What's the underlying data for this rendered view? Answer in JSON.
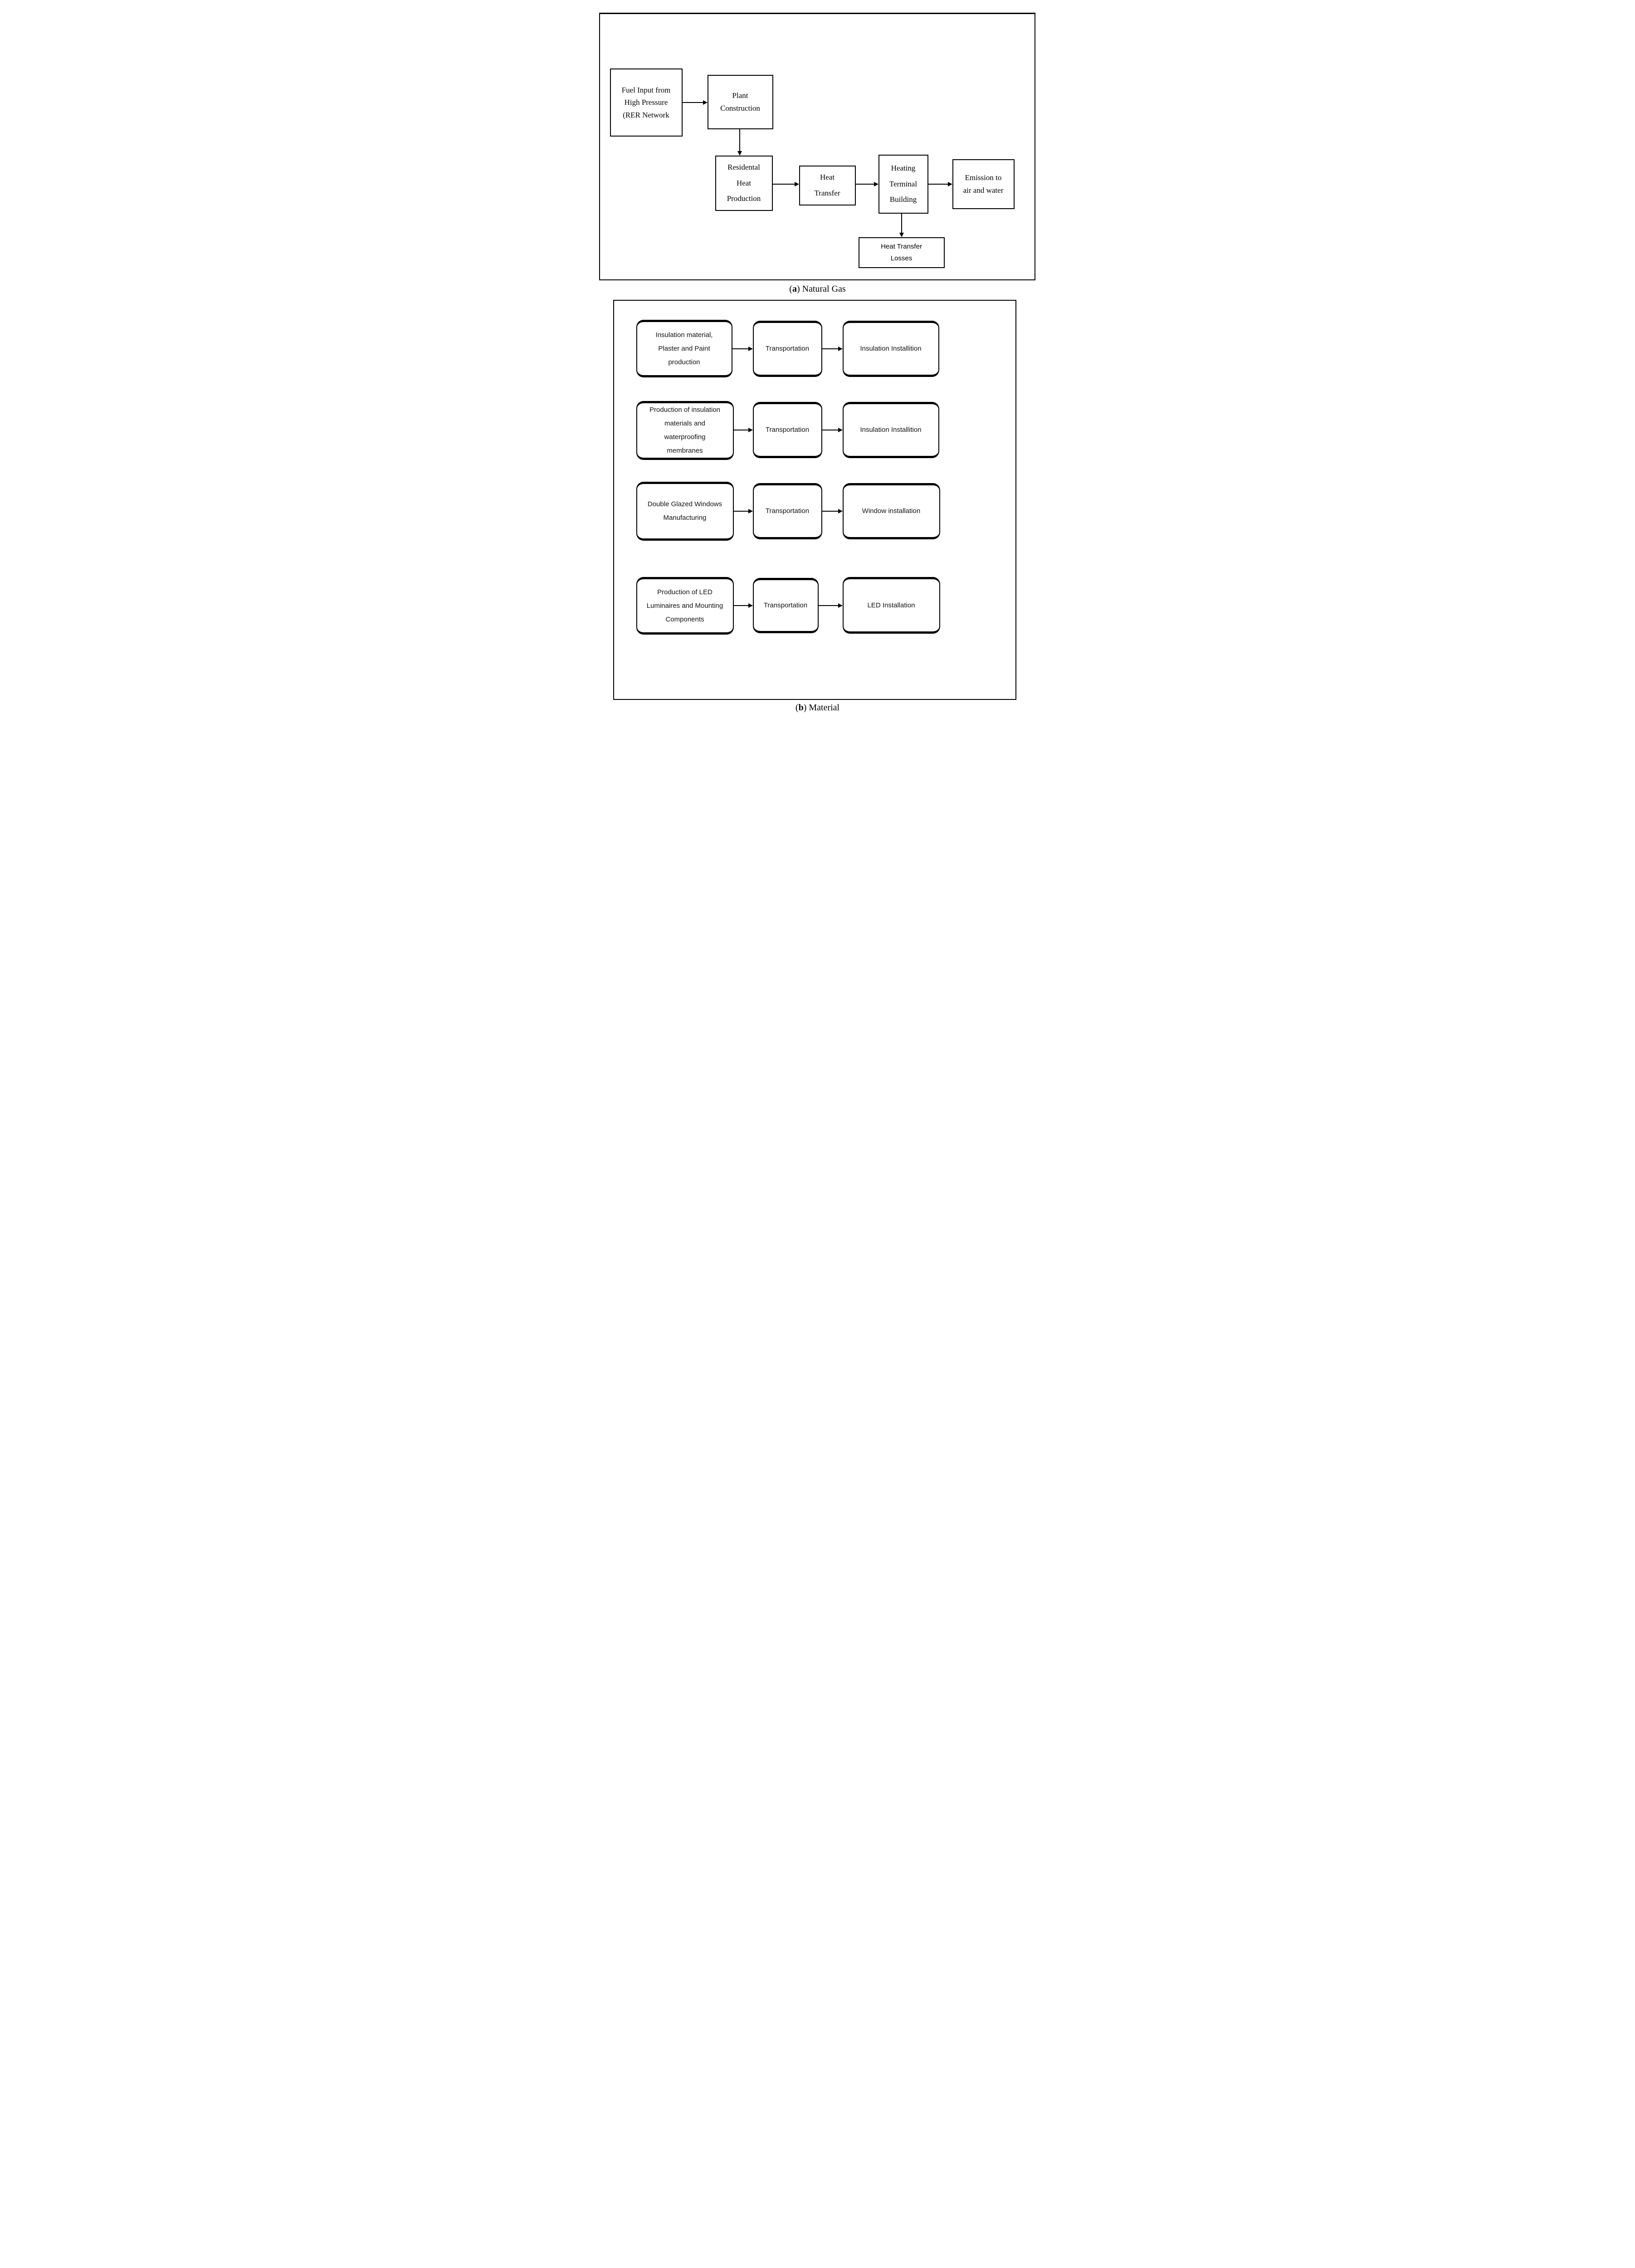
{
  "figure": {
    "caption_a": {
      "open": "(",
      "letter": "a",
      "rest": ") Natural Gas"
    },
    "caption_b": {
      "open": "(",
      "letter": "b",
      "rest": ") Material"
    }
  },
  "diagram_a": {
    "nodes": {
      "fuel_input": "Fuel Input from High Pressure (RER Network",
      "plant_construction": "Plant Construction",
      "residential_heat_production": "Residental Heat Production",
      "heat_transfer": "Heat Transfer",
      "heating_terminal_building": "Heating Terminal Building",
      "emission_to_air_and_water": "Emission to air and water",
      "heat_transfer_losses": "Heat Transfer Losses"
    }
  },
  "diagram_b": {
    "rows": [
      {
        "source": "Insulation material, Plaster and Paint production",
        "middle": "Transportation",
        "target": "Insulation Installition"
      },
      {
        "source": "Production of insulation materials and waterproofing membranes",
        "middle": "Transportation",
        "target": "Insulation Installition"
      },
      {
        "source": "Double Glazed Windows Manufacturing",
        "middle": "Transportation",
        "target": "Window installation"
      },
      {
        "source": "Production of LED Luminaires and Mounting Components",
        "middle": "Transportation",
        "target": "LED Installation"
      }
    ]
  }
}
